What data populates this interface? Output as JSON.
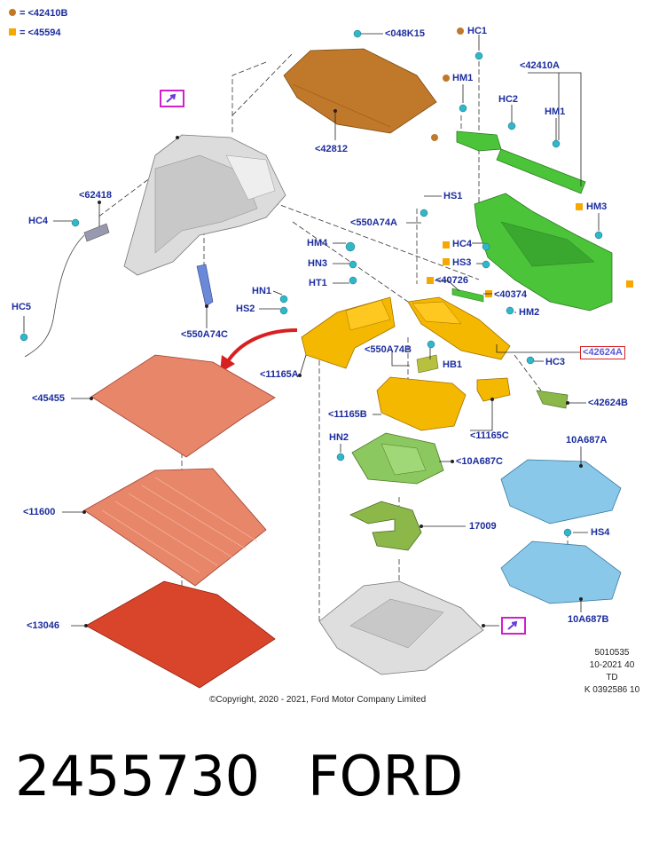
{
  "legend": [
    {
      "label": "= <42410B",
      "color": "#c0782a",
      "shape": "circle"
    },
    {
      "label": "= <45594",
      "color": "#f5a800",
      "shape": "square"
    }
  ],
  "labels": {
    "p048K15": "<048K15",
    "HC1": "HC1",
    "HM1_top": "HM1",
    "p42410A": "<42410A",
    "HC2": "HC2",
    "HM1_right": "HM1",
    "p42812": "<42812",
    "p62418": "<62418",
    "HC4_left": "HC4",
    "HS1": "HS1",
    "p550A74A": "<550A74A",
    "HM3": "HM3",
    "HM4": "HM4",
    "HC4_right": "HC4",
    "HN3": "HN3",
    "HS3": "HS3",
    "HT1": "HT1",
    "p40726": "<40726",
    "p40374": "<40374",
    "HN1": "HN1",
    "HS2": "HS2",
    "HM2": "HM2",
    "HC5": "HC5",
    "p550A74C": "<550A74C",
    "p550A74B": "<550A74B",
    "p42624A": "<42624A",
    "HB1": "HB1",
    "HC3": "HC3",
    "p11165A": "<11165A",
    "p42624B": "<42624B",
    "p45455": "<45455",
    "p11165B": "<11165B",
    "p11165C": "<11165C",
    "HN2": "HN2",
    "p10A687C": "<10A687C",
    "p10A687A": "10A687A",
    "p11600": "<11600",
    "p17009": "17009",
    "HS4": "HS4",
    "p13046": "<13046",
    "p10A687B": "10A687B"
  },
  "footnote": {
    "line1": "5010535",
    "line2": "10-2021 40",
    "line3": "TD",
    "line4": "K 0392586 10"
  },
  "copyright": "©Copyright, 2020 - 2021, Ford Motor Company Limited",
  "part_number": "2455730",
  "brand": "FORD",
  "colors": {
    "label": "#1c2d9e",
    "orange_part": "#c0782a",
    "yellow_part": "#f5b800",
    "green_part": "#4cc43a",
    "grey_part": "#d8d8d8",
    "blue_part": "#8ac8ea",
    "olive_part": "#8cb84a",
    "mat_light": "#e8866a",
    "mat_dark": "#d8452a",
    "selected_border": "#d82020",
    "inset_border": "#d020c8"
  }
}
